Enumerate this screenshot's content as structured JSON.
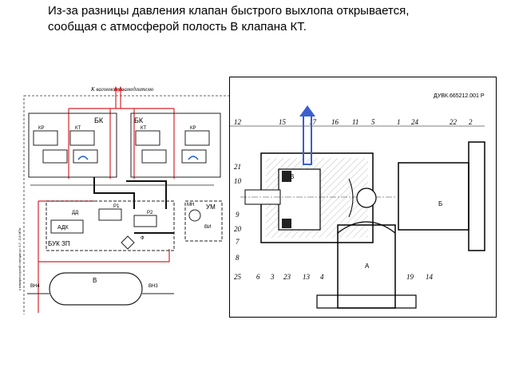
{
  "caption": {
    "line1": "Из-за разницы давления клапан быстрого выхлопа открывается,",
    "line2": "сообщая с атмосферой полость В клапана КТ."
  },
  "schematic": {
    "top_label": "К вагонному замедлителю",
    "block_left": "БК",
    "block_right": "БК",
    "kr": "КР",
    "kt": "КТ",
    "adk": "АДК",
    "dd": "ДД",
    "r1": "Р1",
    "r2": "Р2",
    "mn": "МН",
    "um": "УМ",
    "vi": "ВИ",
    "f": "Ф",
    "buk": "БУК ЗП",
    "reservoir": "В",
    "vn4": "ВН4",
    "vn3": "ВН3",
    "side_note": "к компрессорной станции p= 0,7...0,8 МПа",
    "colors": {
      "line": "#1a1a1a",
      "red": "#d9252b",
      "blue": "#1e5bd6"
    }
  },
  "section": {
    "doc_code": "ДУВК.665212.001 Р",
    "top_callouts": [
      "12",
      "15",
      "17",
      "16",
      "11",
      "5",
      "1",
      "24",
      "22",
      "2"
    ],
    "left_callouts": [
      "21",
      "10",
      "9",
      "20",
      "7",
      "8"
    ],
    "bottom_callouts": [
      "25",
      "6",
      "3",
      "23",
      "13",
      "4",
      "19",
      "14"
    ],
    "cavity_v": "В",
    "cavity_a": "А",
    "cavity_b": "Б",
    "arrow_color": "#3b5fd0"
  }
}
